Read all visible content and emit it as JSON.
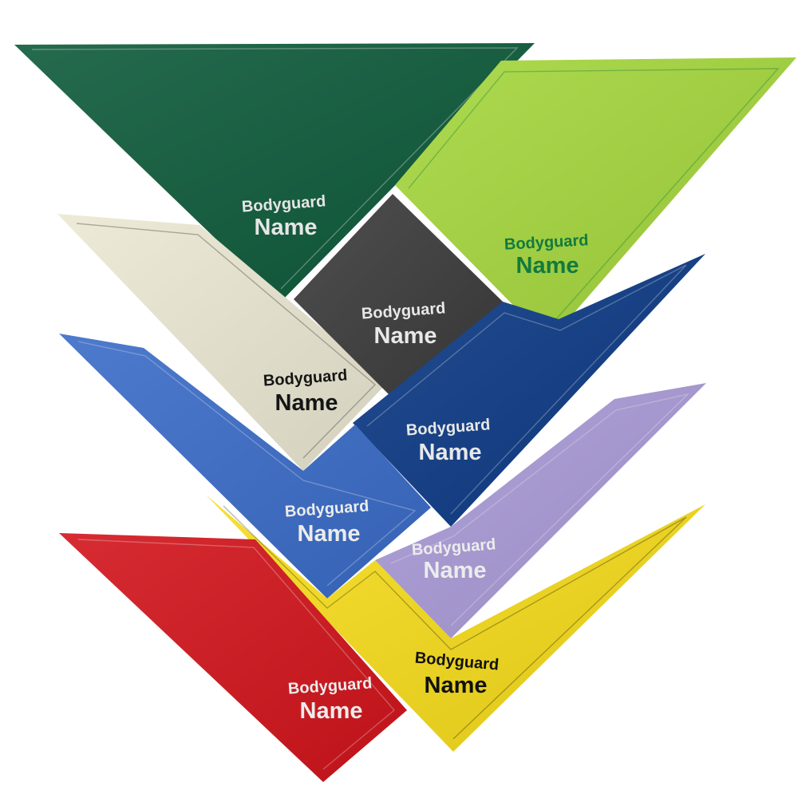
{
  "bandanas": [
    {
      "id": "dark-green",
      "fabric": "#0d5a3a",
      "thread": "#e6e6e6",
      "line1": "Bodyguard",
      "line2": "Name"
    },
    {
      "id": "lime-green",
      "fabric": "#a4d63c",
      "thread": "#127a3c",
      "line1": "Bodyguard",
      "line2": "Name"
    },
    {
      "id": "cream",
      "fabric": "#ebe8d3",
      "thread": "#151515",
      "line1": "Bodyguard",
      "line2": "Name"
    },
    {
      "id": "charcoal",
      "fabric": "#3b3b3b",
      "thread": "#e8e8e8",
      "line1": "Bodyguard",
      "line2": "Name"
    },
    {
      "id": "navy",
      "fabric": "#0c3a85",
      "thread": "#e8e8e8",
      "line1": "Bodyguard",
      "line2": "Name"
    },
    {
      "id": "royal-blue",
      "fabric": "#3a6cc8",
      "thread": "#ececec",
      "line1": "Bodyguard",
      "line2": "Name"
    },
    {
      "id": "lavender",
      "fabric": "#a99ad6",
      "thread": "#ececec",
      "line1": "Bodyguard",
      "line2": "Name"
    },
    {
      "id": "yellow",
      "fabric": "#f6dc1a",
      "thread": "#111111",
      "line1": "Bodyguard",
      "line2": "Name"
    },
    {
      "id": "red",
      "fabric": "#d3141c",
      "thread": "#ececec",
      "line1": "Bodyguard",
      "line2": "Name"
    }
  ]
}
